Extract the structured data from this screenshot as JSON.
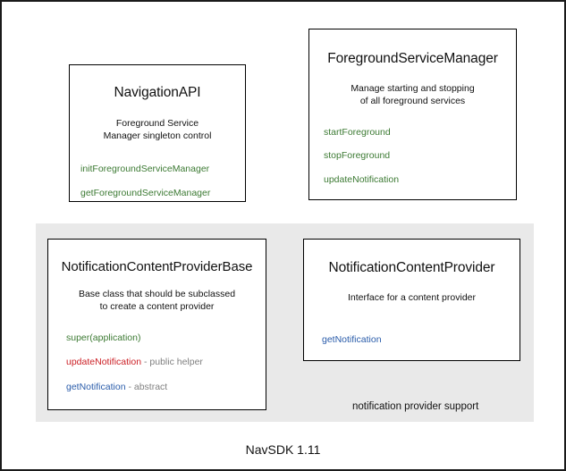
{
  "diagram": {
    "footer_label": "NavSDK 1.11",
    "panel_caption": "notification provider support",
    "colors": {
      "panel_background": "#e9e9e9",
      "box_border": "#000000",
      "method_green": "#3c7a33",
      "method_red": "#cc2026",
      "method_blue": "#2a5caa",
      "note_gray": "#808080",
      "text": "#111111"
    },
    "boxes": [
      {
        "id": "navigation-api",
        "title": "NavigationAPI",
        "description": [
          "Foreground Service",
          "Manager singleton control"
        ],
        "members": [
          {
            "name": "initForegroundServiceManager",
            "color": "green",
            "note": ""
          },
          {
            "name": "getForegroundServiceManager",
            "color": "green",
            "note": ""
          }
        ]
      },
      {
        "id": "foreground-service-manager",
        "title": "ForegroundServiceManager",
        "description": [
          "Manage starting and stopping",
          "of all foreground services"
        ],
        "members": [
          {
            "name": "startForeground",
            "color": "green",
            "note": ""
          },
          {
            "name": "stopForeground",
            "color": "green",
            "note": ""
          },
          {
            "name": "updateNotification",
            "color": "green",
            "note": ""
          }
        ]
      },
      {
        "id": "notification-content-provider-base",
        "title": "NotificationContentProviderBase",
        "description": [
          "Base class that should be subclassed",
          "to create a content provider"
        ],
        "members": [
          {
            "name": "super(application)",
            "color": "green",
            "note": ""
          },
          {
            "name": "updateNotification",
            "color": "red",
            "note": " - public helper"
          },
          {
            "name": "getNotification",
            "color": "blue",
            "note": " - abstract"
          }
        ]
      },
      {
        "id": "notification-content-provider",
        "title": "NotificationContentProvider",
        "description": [
          "Interface for a content provider"
        ],
        "members": [
          {
            "name": "getNotification",
            "color": "blue",
            "note": ""
          }
        ]
      }
    ]
  }
}
